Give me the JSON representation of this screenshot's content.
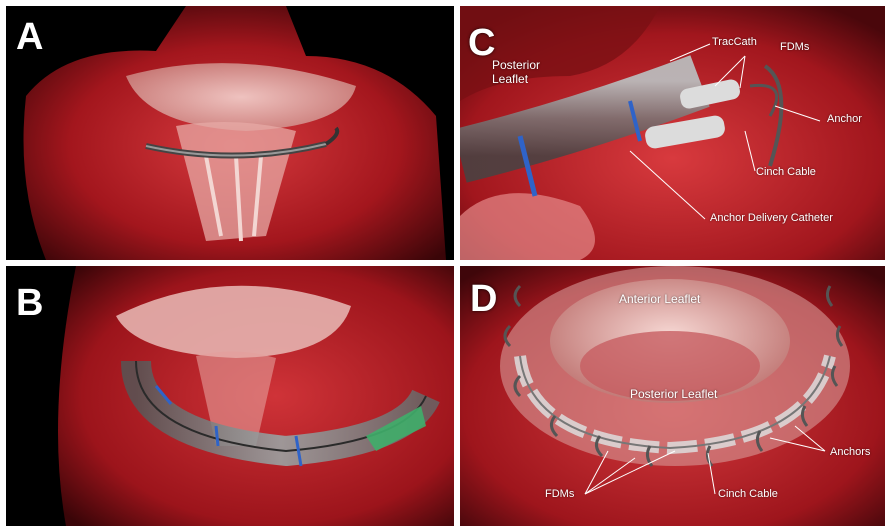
{
  "panels": {
    "a": {
      "letter": "A"
    },
    "b": {
      "letter": "B"
    },
    "c": {
      "letter": "C",
      "posterior_leaflet": "Posterior Leaflet",
      "traccath": "TracCath",
      "fdms": "FDMs",
      "anchor": "Anchor",
      "cinch_cable": "Cinch Cable",
      "anchor_delivery_catheter": "Anchor Delivery Catheter"
    },
    "d": {
      "letter": "D",
      "anterior_leaflet": "Anterior Leaflet",
      "posterior_leaflet": "Posterior Leaflet",
      "anchors": "Anchors",
      "fdms": "FDMs",
      "cinch_cable": "Cinch Cable"
    }
  },
  "colors": {
    "tissue": "#b01a22",
    "tissue_dark": "#5a0a0e",
    "valve": "#e8b9b6",
    "background": "#000000",
    "divider": "#ffffff",
    "catheter_blue": "#2f63c8",
    "catheter_green": "#3fae6a"
  }
}
